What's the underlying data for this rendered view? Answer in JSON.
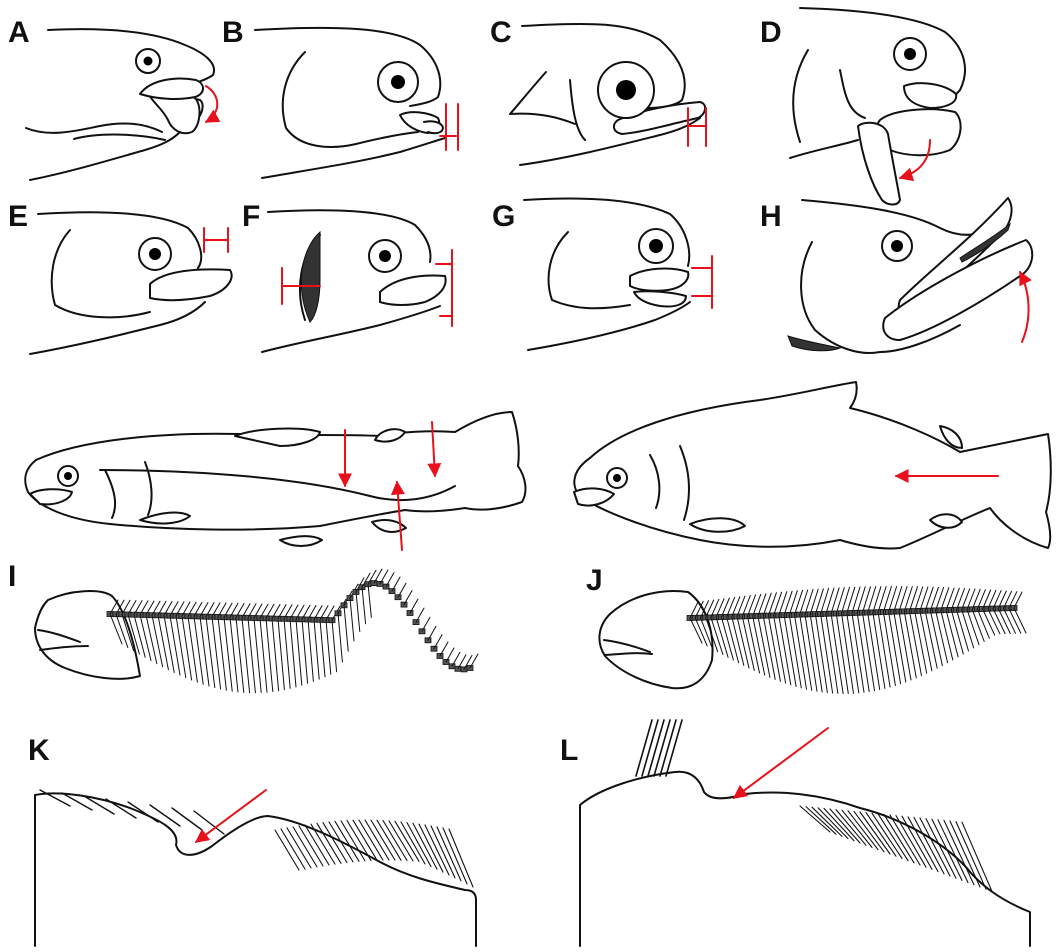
{
  "panels": {
    "a": "A",
    "b": "B",
    "c": "C",
    "d": "D",
    "e": "E",
    "f": "F",
    "g": "G",
    "h": "H",
    "i": "I",
    "j": "J",
    "k": "K",
    "l": "L"
  },
  "colors": {
    "ink": "#111111",
    "annotation": "#e8101a",
    "background": "#ffffff"
  }
}
